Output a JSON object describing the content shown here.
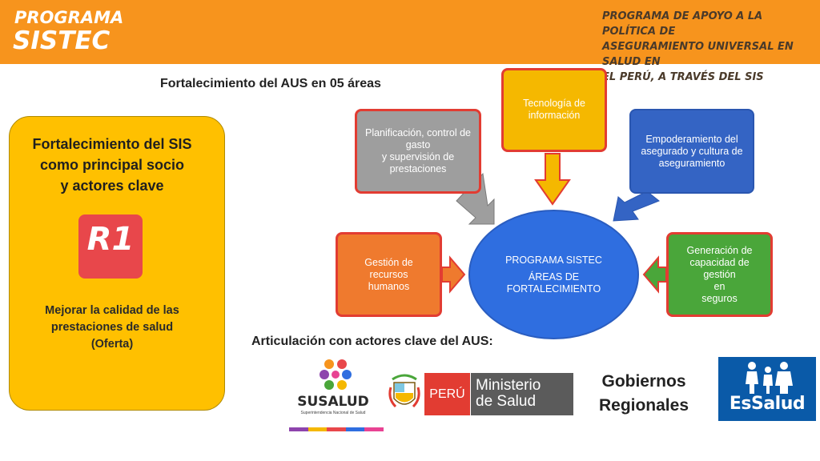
{
  "header": {
    "logo_line1": "PROGRAMA",
    "logo_line2": "SISTEC",
    "title_lines": [
      "PROGRAMA DE APOYO A LA POLÍTICA DE",
      "ASEGURAMIENTO UNIVERSAL EN SALUD EN",
      "EL PERÚ, A TRAVÉS DEL SIS"
    ]
  },
  "areas_heading": "Fortalecimiento del AUS en 05 áreas",
  "left_panel": {
    "title_lines": [
      "Fortalecimiento del SIS",
      "como principal socio",
      "y actores clave"
    ],
    "badge": "R1",
    "subtitle_lines": [
      "Mejorar la calidad de las",
      "prestaciones de salud",
      "(Oferta)"
    ]
  },
  "diagram": {
    "center_lines": [
      "PROGRAMA SISTEC",
      "ÁREAS DE FORTALECIMIENTO"
    ],
    "planificacion_lines": [
      "Planificación, control de",
      "gasto",
      "y supervisión de",
      "prestaciones"
    ],
    "tecnologia_lines": [
      "Tecnología de",
      "información"
    ],
    "empoderamiento_lines": [
      "Empoderamiento del",
      "asegurado y cultura de",
      "aseguramiento"
    ],
    "gestion_lines": [
      "Gestión de recursos",
      "humanos"
    ],
    "generacion_lines": [
      "Generación de",
      "capacidad de gestión",
      "en",
      "seguros"
    ]
  },
  "articulacion_heading": "Articulación con actores clave del AUS:",
  "partners": {
    "susalud": "SUSALUD",
    "susalud_sub": "Superintendencia Nacional de Salud",
    "peru": "PERÚ",
    "ministerio_lines": [
      "Ministerio",
      "de Salud"
    ],
    "gobiernos_lines": [
      "Gobiernos",
      "Regionales"
    ],
    "essalud": "EsSalud"
  },
  "colors": {
    "header": "#f7941d",
    "panel": "#ffc000",
    "badge": "#e8474b",
    "planificacion": "#9e9e9e",
    "tecnologia": "#f5b800",
    "empoderamiento": "#3464c4",
    "gestion": "#ef7a2e",
    "generacion": "#4aa63a",
    "center": "#2f6ee0",
    "essalud": "#0a5aa8",
    "minsa_red": "#e23c32",
    "minsa_gray": "#5b5b5b"
  }
}
